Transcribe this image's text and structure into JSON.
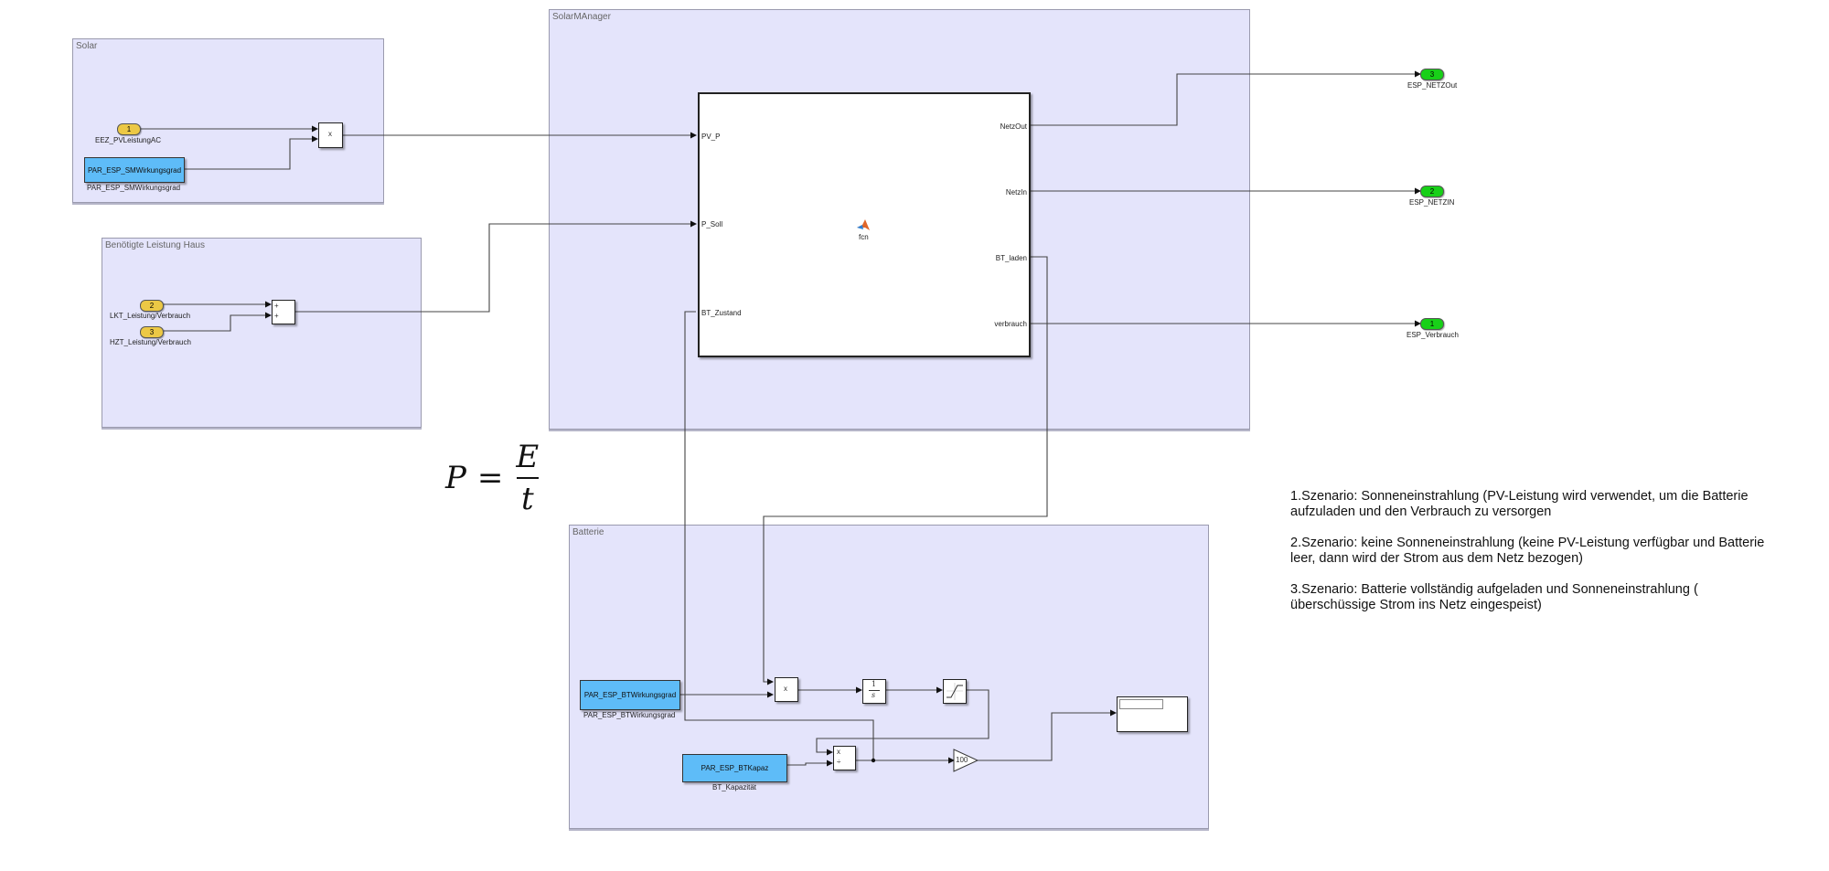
{
  "areas": {
    "solar": "Solar",
    "haus": "Benötigte Leistung Haus",
    "manager": "SolarMAnager",
    "batterie": "Batterie"
  },
  "solar": {
    "inport_num": "1",
    "inport_label": "EEZ_PVLeistungAC",
    "const_value": "PAR_ESP_SMWirkungsgrad",
    "const_label": "PAR_ESP_SMWirkungsgrad",
    "product_op": "x"
  },
  "haus": {
    "inport1_num": "2",
    "inport1_label": "LKT_Leistung/Verbrauch",
    "inport2_num": "3",
    "inport2_label": "HZT_Leistung/Verbrauch",
    "sum_sign1": "+",
    "sum_sign2": "+"
  },
  "fcn": {
    "name": "fcn",
    "inputs": [
      "PV_P",
      "P_Soll",
      "BT_Zustand"
    ],
    "outputs": [
      "NetzOut",
      "NetzIn",
      "BT_laden",
      "verbrauch"
    ]
  },
  "outports": [
    {
      "num": "3",
      "label": "ESP_NETZOut"
    },
    {
      "num": "2",
      "label": "ESP_NETZIN"
    },
    {
      "num": "1",
      "label": "ESP_Verbrauch"
    }
  ],
  "batterie": {
    "const1_value": "PAR_ESP_BTWirkungsgrad",
    "const1_label": "PAR_ESP_BTWirkungsgrad",
    "const2_value": "PAR_ESP_BTKapaz",
    "const2_label": "BT_Kapazität",
    "product_op": "x",
    "integrator_num": "1",
    "integrator_den": "s",
    "divide_op1": "x",
    "divide_op2": "÷",
    "gain": "100"
  },
  "formula": {
    "lhs": "P",
    "eq": "=",
    "num": "E",
    "den": "t"
  },
  "notes": [
    "1.Szenario: Sonneneinstrahlung (PV-Leistung wird verwendet, um  die Batterie aufzuladen und  den Verbrauch zu versorgen",
    "2.Szenario: keine Sonneneinstrahlung (keine PV-Leistung verfügbar und Batterie leer, dann  wird der Strom aus dem Netz bezogen)",
    "3.Szenario: Batterie vollständig aufgeladen und Sonneneinstrahlung ( überschüssige Strom ins Netz eingespeist)"
  ]
}
